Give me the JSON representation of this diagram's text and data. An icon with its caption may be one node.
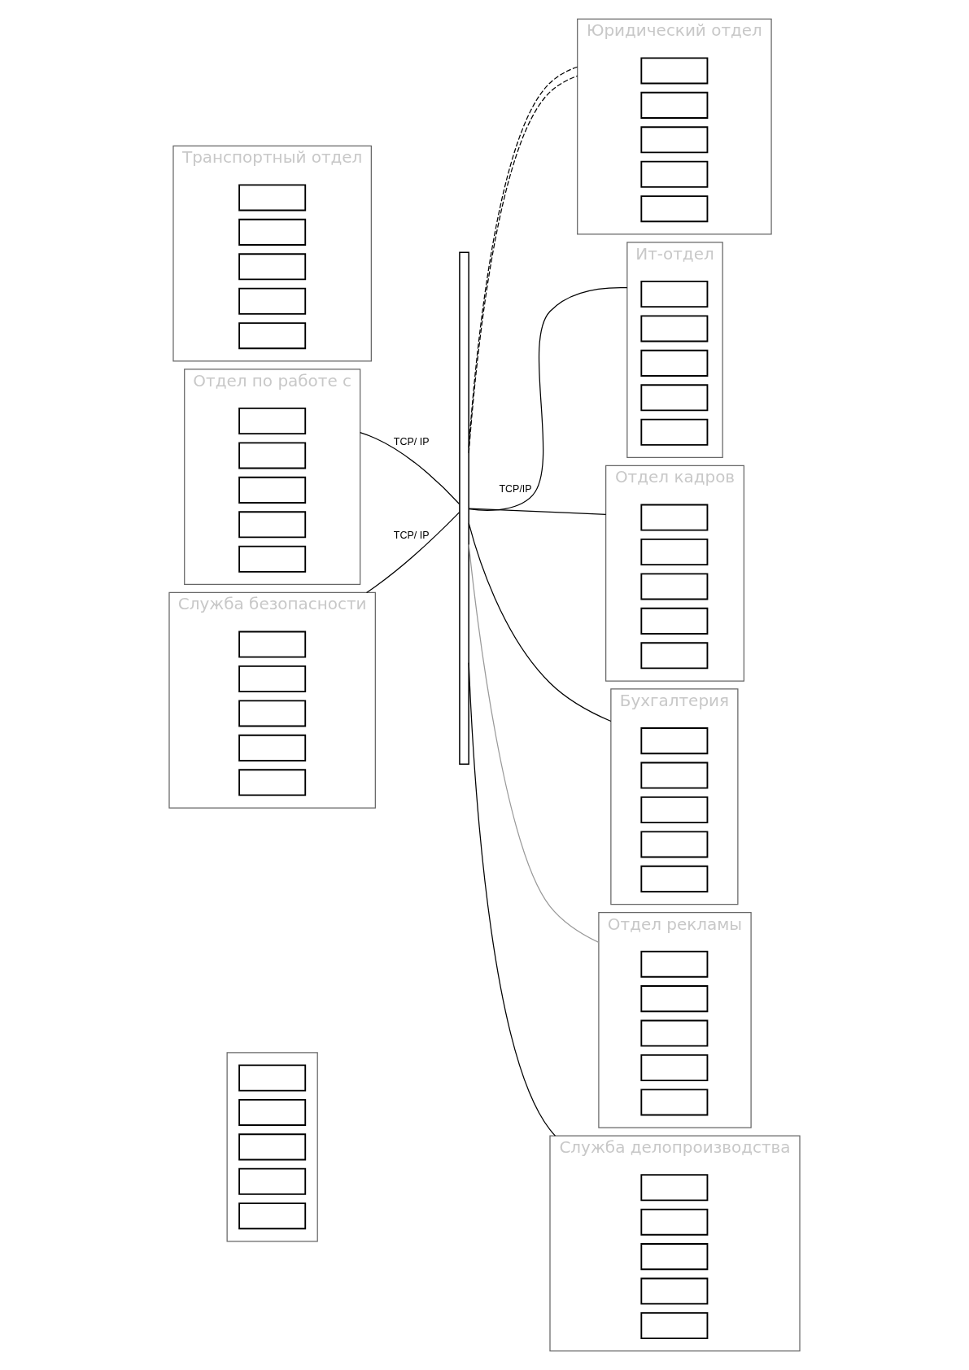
{
  "diagram": {
    "nodes": [
      {
        "text": [],
        "shape": "box"
      },
      {
        "text": [],
        "shape": "box",
        "in": 0
      },
      {
        "text": [],
        "shape": "box",
        "in": 0
      },
      {
        "text": [],
        "shape": "box",
        "in": 0
      },
      {
        "text": [],
        "shape": "box",
        "in": 0
      },
      {
        "text": [],
        "shape": "box",
        "in": 0
      },
      {
        "text": [
          "Отдел по работе с"
        ]
      },
      {
        "text": [],
        "shape": "box",
        "in": 6
      },
      {
        "text": [],
        "shape": "box",
        "in": 6
      },
      {
        "text": [],
        "shape": "box",
        "in": 6
      },
      {
        "text": [],
        "shape": "box",
        "in": 6
      },
      {
        "text": [],
        "shape": "box",
        "in": 6
      },
      {
        "text": [
          "Служба безопасности"
        ]
      },
      {
        "text": [],
        "shape": "box",
        "in": 12
      },
      {
        "text": [],
        "shape": "box",
        "in": 12
      },
      {
        "text": [],
        "shape": "box",
        "in": 12
      },
      {
        "text": [],
        "shape": "box",
        "in": 12
      },
      {
        "text": [],
        "shape": "box",
        "in": 12
      },
      {
        "text": [],
        "shape": "bar"
      },
      {
        "text": [
          "Транспортный отдел"
        ]
      },
      {
        "text": [],
        "shape": "box",
        "in": 19
      },
      {
        "text": [],
        "shape": "box",
        "in": 19
      },
      {
        "text": [],
        "shape": "box",
        "in": 19
      },
      {
        "text": [],
        "shape": "box",
        "in": 19
      },
      {
        "text": [],
        "shape": "box",
        "in": 19
      },
      {
        "text": [
          "Юридический отдел"
        ]
      },
      {
        "text": [],
        "shape": "box",
        "in": 25
      },
      {
        "text": [],
        "shape": "box",
        "in": 25
      },
      {
        "text": [],
        "shape": "box",
        "in": 25
      },
      {
        "text": [],
        "shape": "box",
        "in": 25
      },
      {
        "text": [],
        "shape": "box",
        "in": 25
      },
      {
        "text": [
          "Ит-отдел"
        ]
      },
      {
        "text": [],
        "shape": "box",
        "in": 31
      },
      {
        "text": [],
        "shape": "box",
        "in": 31
      },
      {
        "text": [],
        "shape": "box",
        "in": 31
      },
      {
        "text": [],
        "shape": "box",
        "in": 31
      },
      {
        "text": [],
        "shape": "box",
        "in": 31
      },
      {
        "text": [
          "Отдел кадров"
        ]
      },
      {
        "text": [],
        "shape": "box",
        "in": 37
      },
      {
        "text": [],
        "shape": "box",
        "in": 37
      },
      {
        "text": [],
        "shape": "box",
        "in": 37
      },
      {
        "text": [],
        "shape": "box",
        "in": 37
      },
      {
        "text": [],
        "shape": "box",
        "in": 37
      },
      {
        "text": [
          "Бухгалтерия"
        ]
      },
      {
        "text": [],
        "shape": "box",
        "in": 43
      },
      {
        "text": [],
        "shape": "box",
        "in": 43
      },
      {
        "text": [],
        "shape": "box",
        "in": 43
      },
      {
        "text": [],
        "shape": "box",
        "in": 43
      },
      {
        "text": [],
        "shape": "box",
        "in": 43
      },
      {
        "text": [
          "Отдел рекламы"
        ]
      },
      {
        "text": [],
        "shape": "box",
        "in": 49
      },
      {
        "text": [],
        "shape": "box",
        "in": 49
      },
      {
        "text": [],
        "shape": "box",
        "in": 49
      },
      {
        "text": [],
        "shape": "box",
        "in": 49
      },
      {
        "text": [],
        "shape": "box",
        "in": 49
      },
      {
        "text": [
          "Служба делопроизводства"
        ]
      },
      {
        "text": [],
        "shape": "box",
        "in": 55
      },
      {
        "text": [],
        "shape": "box",
        "in": 55
      },
      {
        "text": [],
        "shape": "box",
        "in": 55
      },
      {
        "text": [],
        "shape": "box",
        "in": 55
      },
      {
        "text": [],
        "shape": "box",
        "in": 55
      }
    ],
    "edges": [
      {
        "from": 6,
        "to": 18,
        "arrow": "none",
        "label": "TCP/ IP"
      },
      {
        "from": 12,
        "to": 18,
        "arrow": "none",
        "label": "TCP/ IP"
      },
      {
        "from": 18,
        "to": 31,
        "arrow": "none",
        "label": "TCP/IP"
      },
      {
        "from": 18,
        "to": 37,
        "arrow": "none"
      },
      {
        "from": 18,
        "to": 43,
        "arrow": "none"
      },
      {
        "from": 18,
        "to": 25,
        "arrow": "none",
        "style": "dashed"
      },
      {
        "from": 18,
        "to": 25,
        "arrow": "none",
        "style": "dashed"
      },
      {
        "from": 18,
        "to": 49,
        "arrow": "none",
        "color": "#999999"
      },
      {
        "from": 18,
        "to": 55,
        "arrow": "none"
      }
    ]
  }
}
